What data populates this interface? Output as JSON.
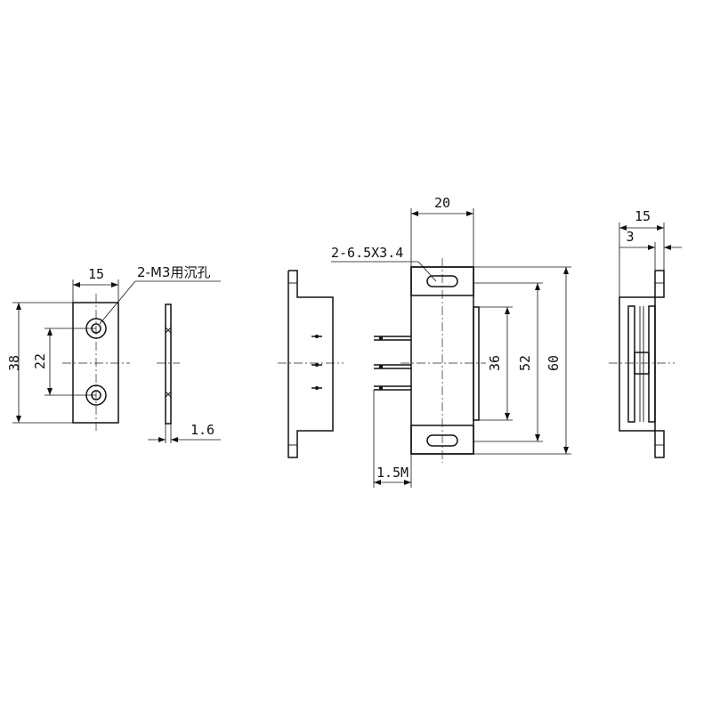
{
  "left_view": {
    "width_label": "15",
    "height_label": "38",
    "hole_spacing_label": "22",
    "thickness_label": "1.6",
    "hole_callout": "2-M3用沉孔"
  },
  "middle_view": {
    "width_label": "20",
    "slot_callout": "2-6.5X3.4",
    "inner_label": "36",
    "mid_label": "52",
    "overall_label": "60",
    "lead_label": "1.5M"
  },
  "right_view": {
    "width_label": "15",
    "offset_label": "3"
  }
}
